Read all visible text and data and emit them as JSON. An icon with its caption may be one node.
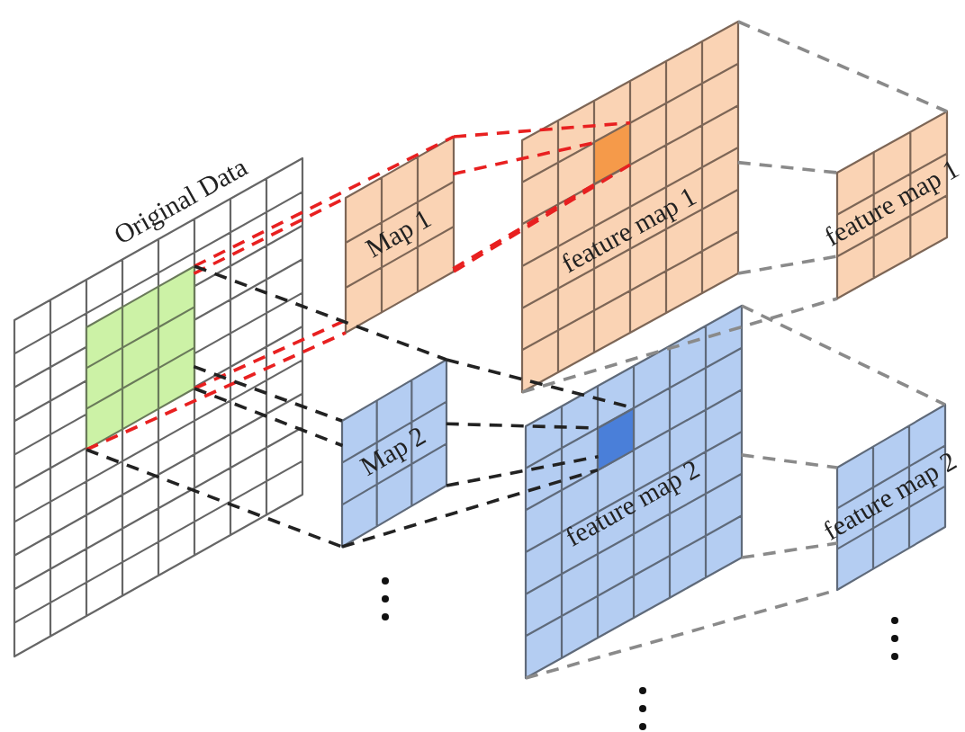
{
  "diagram": {
    "nodes": [
      {
        "text": [
          "Original Data"
        ]
      },
      {
        "text": [],
        "shape": "box",
        "in": 0
      },
      {
        "text": [
          "Map 1"
        ]
      },
      {
        "text": [
          "Map 2"
        ]
      },
      {
        "text": [
          "feature map 1"
        ]
      },
      {
        "text": [],
        "shape": "box",
        "in": 4
      },
      {
        "text": [
          "feature map 2"
        ]
      },
      {
        "text": [],
        "shape": "box",
        "in": 6
      },
      {
        "text": [
          "feature map 1"
        ]
      },
      {
        "text": [
          "feature map 2"
        ]
      }
    ],
    "edges": [
      {
        "from": 1,
        "to": 2,
        "arrow": "none",
        "style": "dashed",
        "color": "#e82020"
      },
      {
        "from": 1,
        "to": 2,
        "arrow": "none",
        "style": "dashed",
        "color": "#e82020"
      },
      {
        "from": 1,
        "to": 2,
        "arrow": "none",
        "style": "dashed",
        "color": "#e82020"
      },
      {
        "from": 1,
        "to": 2,
        "arrow": "none",
        "style": "dashed",
        "color": "#e82020"
      },
      {
        "from": 2,
        "to": 5,
        "arrow": "none",
        "style": "dashed",
        "color": "#e82020"
      },
      {
        "from": 2,
        "to": 5,
        "arrow": "none",
        "style": "dashed",
        "color": "#e82020"
      },
      {
        "from": 2,
        "to": 5,
        "arrow": "none",
        "style": "dashed",
        "color": "#e82020"
      },
      {
        "from": 2,
        "to": 5,
        "arrow": "none",
        "style": "dashed",
        "color": "#e82020"
      },
      {
        "from": 1,
        "to": 3,
        "arrow": "none",
        "style": "dashed",
        "color": "#222222"
      },
      {
        "from": 1,
        "to": 3,
        "arrow": "none",
        "style": "dashed",
        "color": "#222222"
      },
      {
        "from": 1,
        "to": 3,
        "arrow": "none",
        "style": "dashed",
        "color": "#222222"
      },
      {
        "from": 1,
        "to": 3,
        "arrow": "none",
        "style": "dashed",
        "color": "#222222"
      },
      {
        "from": 3,
        "to": 7,
        "arrow": "none",
        "style": "dashed",
        "color": "#222222"
      },
      {
        "from": 3,
        "to": 7,
        "arrow": "none",
        "style": "dashed",
        "color": "#222222"
      },
      {
        "from": 3,
        "to": 7,
        "arrow": "none",
        "style": "dashed",
        "color": "#222222"
      },
      {
        "from": 3,
        "to": 7,
        "arrow": "none",
        "style": "dashed",
        "color": "#222222"
      },
      {
        "from": 4,
        "to": 8,
        "arrow": "none",
        "style": "dashed",
        "color": "#8a8a8a"
      },
      {
        "from": 4,
        "to": 8,
        "arrow": "none",
        "style": "dashed",
        "color": "#8a8a8a"
      },
      {
        "from": 4,
        "to": 8,
        "arrow": "none",
        "style": "dashed",
        "color": "#8a8a8a"
      },
      {
        "from": 4,
        "to": 8,
        "arrow": "none",
        "style": "dashed",
        "color": "#8a8a8a"
      },
      {
        "from": 6,
        "to": 9,
        "arrow": "none",
        "style": "dashed",
        "color": "#8a8a8a"
      },
      {
        "from": 6,
        "to": 9,
        "arrow": "none",
        "style": "dashed",
        "color": "#8a8a8a"
      },
      {
        "from": 6,
        "to": 9,
        "arrow": "none",
        "style": "dashed",
        "color": "#8a8a8a"
      },
      {
        "from": 6,
        "to": 9,
        "arrow": "none",
        "style": "dashed",
        "color": "#8a8a8a"
      }
    ]
  }
}
